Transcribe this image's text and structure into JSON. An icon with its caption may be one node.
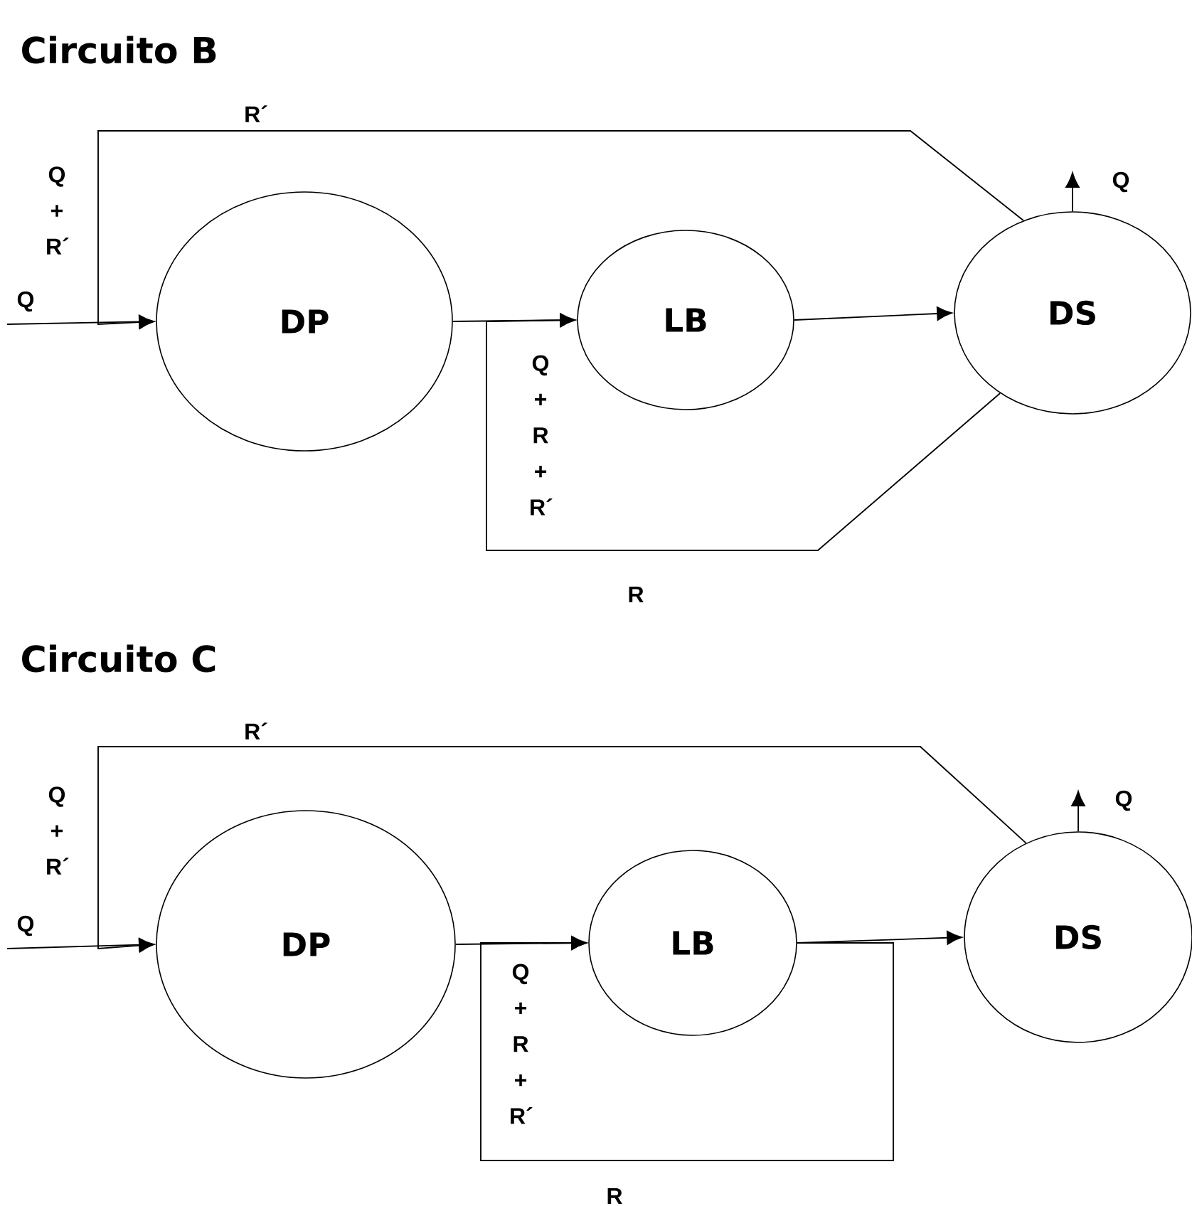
{
  "diagram": {
    "nodes": [
      {
        "text": [
          "DP"
        ]
      },
      {
        "text": [
          "LB"
        ]
      },
      {
        "text": [
          "DS"
        ]
      },
      {
        "text": [
          "DP"
        ]
      },
      {
        "text": [
          "LB"
        ]
      },
      {
        "text": [
          "DS"
        ]
      }
    ],
    "edges": [
      {
        "from": null,
        "to": 0,
        "arrow": "to",
        "label": "Q"
      },
      {
        "from": 2,
        "to": 0,
        "arrow": "to",
        "label": "R´"
      },
      {
        "from": 0,
        "to": 1,
        "arrow": "to"
      },
      {
        "from": 1,
        "to": 2,
        "arrow": "to"
      },
      {
        "from": 2,
        "to": null,
        "arrow": "to",
        "label": "Q"
      },
      {
        "from": 2,
        "to": 1,
        "arrow": "to",
        "label": "R"
      },
      {
        "from": null,
        "to": 3,
        "arrow": "to",
        "label": "Q"
      },
      {
        "from": 5,
        "to": 3,
        "arrow": "to",
        "label": "R´"
      },
      {
        "from": 3,
        "to": 4,
        "arrow": "to"
      },
      {
        "from": 4,
        "to": 5,
        "arrow": "to"
      },
      {
        "from": 5,
        "to": null,
        "arrow": "to",
        "label": "Q"
      },
      {
        "from": 4,
        "to": 4,
        "arrow": "to",
        "label": "R"
      }
    ],
    "labels": [
      "Circuito B",
      "Q + R´",
      "Q + R + R´",
      "Circuito C",
      "Q + R´",
      "Q + R + R´"
    ]
  }
}
